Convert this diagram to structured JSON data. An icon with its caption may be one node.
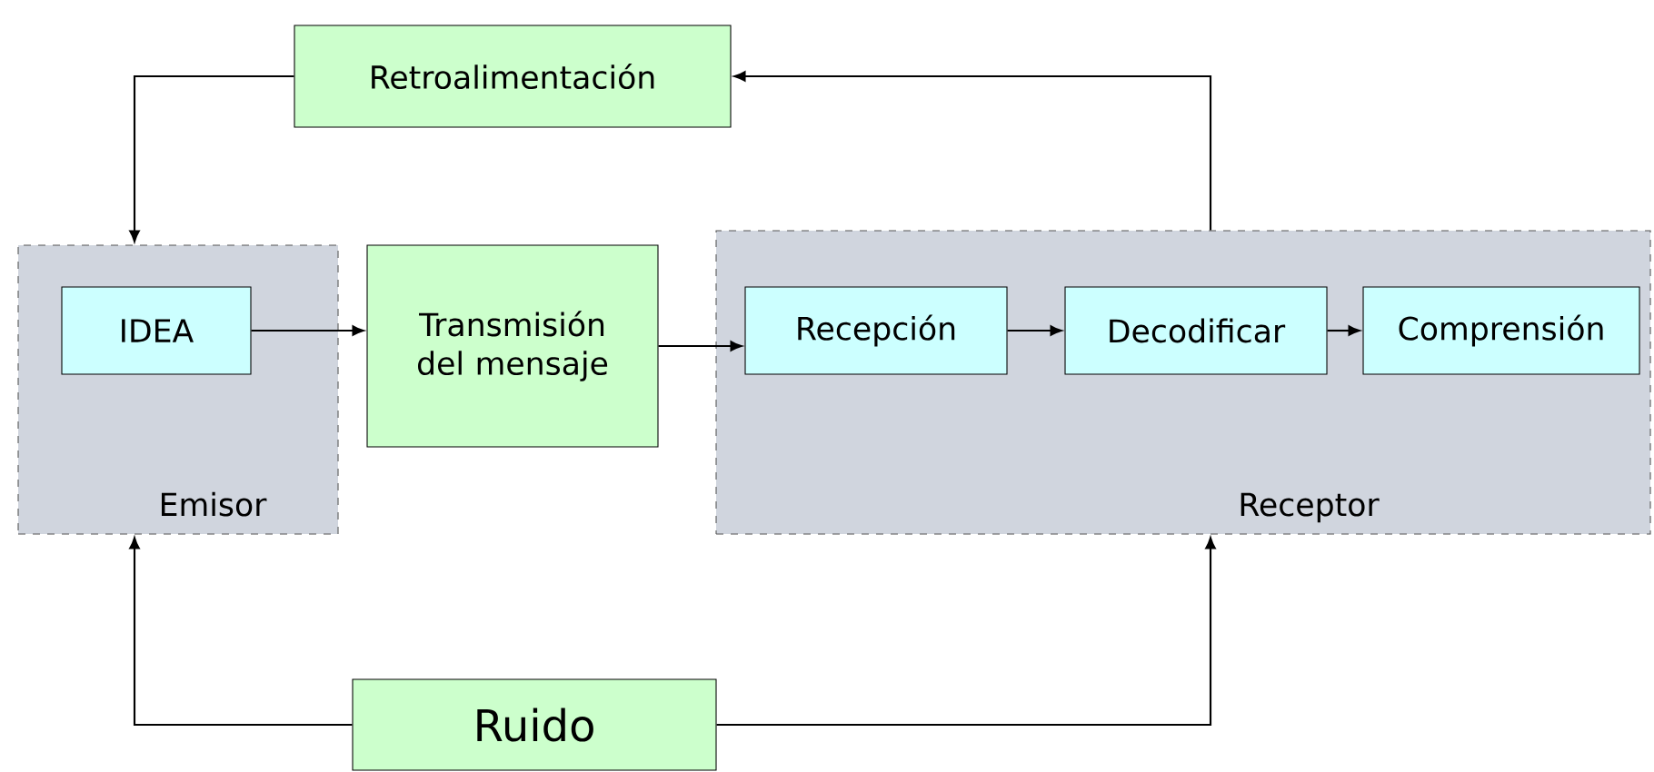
{
  "diagram": {
    "nodes": [
      {
        "text": [
          "Retroalimentación"
        ]
      },
      {
        "text": [
          "Emisor"
        ]
      },
      {
        "text": [
          "IDEA"
        ],
        "in": 1
      },
      {
        "text": [
          "Transmisión del mensaje"
        ]
      },
      {
        "text": [
          "Receptor"
        ]
      },
      {
        "text": [
          "Recepción"
        ],
        "in": 4
      },
      {
        "text": [
          "Decodificar"
        ],
        "in": 4
      },
      {
        "text": [
          "Comprensión"
        ],
        "in": 4
      },
      {
        "text": [
          "Ruido"
        ]
      }
    ],
    "edges": [
      {
        "from": 4,
        "to": 0,
        "arrow": "to"
      },
      {
        "from": 0,
        "to": 1,
        "arrow": "to"
      },
      {
        "from": 2,
        "to": 3,
        "arrow": "to"
      },
      {
        "from": 3,
        "to": 5,
        "arrow": "to"
      },
      {
        "from": 5,
        "to": 6,
        "arrow": "to"
      },
      {
        "from": 6,
        "to": 7,
        "arrow": "to"
      },
      {
        "from": 8,
        "to": 1,
        "arrow": "to"
      },
      {
        "from": 8,
        "to": 4,
        "arrow": "to"
      }
    ]
  }
}
